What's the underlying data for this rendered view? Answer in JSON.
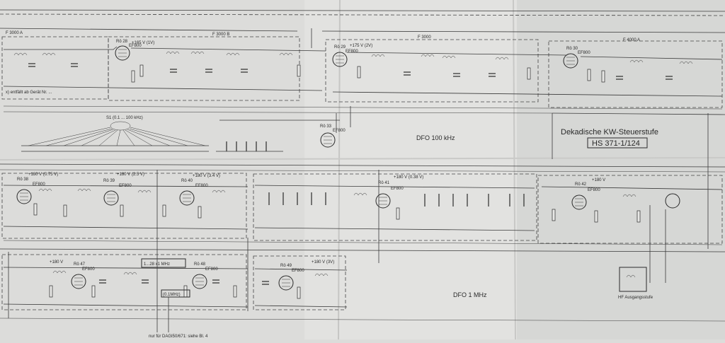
{
  "title_block": {
    "title": "Dekadische KW-Steuerstufe",
    "code": "HS 371-1/124"
  },
  "sections": {
    "f3000a": "F 3000 A",
    "f3000b": "F 3000 B",
    "f3000": "F 3000",
    "f4000a": "F 4000 A",
    "dfo100": "DFO 100 kHz",
    "dfo1mhz": "DFO 1 MHz",
    "range_1mhz": "1...28 x1 MHz",
    "range_01mhz": "(0.1MHz)",
    "range_s1": "S1  (0.1 ... 100 kHz)",
    "note_top": "x) entfällt ab Gerät Nr. ...",
    "note_bottom": "nur für DAGI50/671: siehe Bl. 4",
    "ausgang": "HF Ausgangsstufe"
  },
  "tubes": [
    {
      "id": "Rö 28",
      "type": "EF800"
    },
    {
      "id": "Rö 29",
      "type": "EF800"
    },
    {
      "id": "Rö 30",
      "type": "EF800"
    },
    {
      "id": "Rö 33",
      "type": "EF800"
    },
    {
      "id": "Rö 38",
      "type": "EF800"
    },
    {
      "id": "Rö 39",
      "type": "EF800"
    },
    {
      "id": "Rö 40",
      "type": "EF800"
    },
    {
      "id": "Rö 41",
      "type": "EF800"
    },
    {
      "id": "Rö 42",
      "type": "EF800"
    },
    {
      "id": "Rö 47",
      "type": "EF800"
    },
    {
      "id": "Rö 48",
      "type": "EF800"
    },
    {
      "id": "Rö 49",
      "type": "EF800"
    }
  ],
  "voltages": {
    "v1": "+165 V (1V)",
    "v2": "+175 V (2V)",
    "v3": "+180 V (0.75 V)",
    "v4": "+180 V (2.5 V)",
    "v5": "+180 V (3.4 V)",
    "v6": "+180 V (0.38 V)",
    "v7": "+180 V",
    "v8": "+180 V",
    "v9": "+180 V (3V)"
  }
}
